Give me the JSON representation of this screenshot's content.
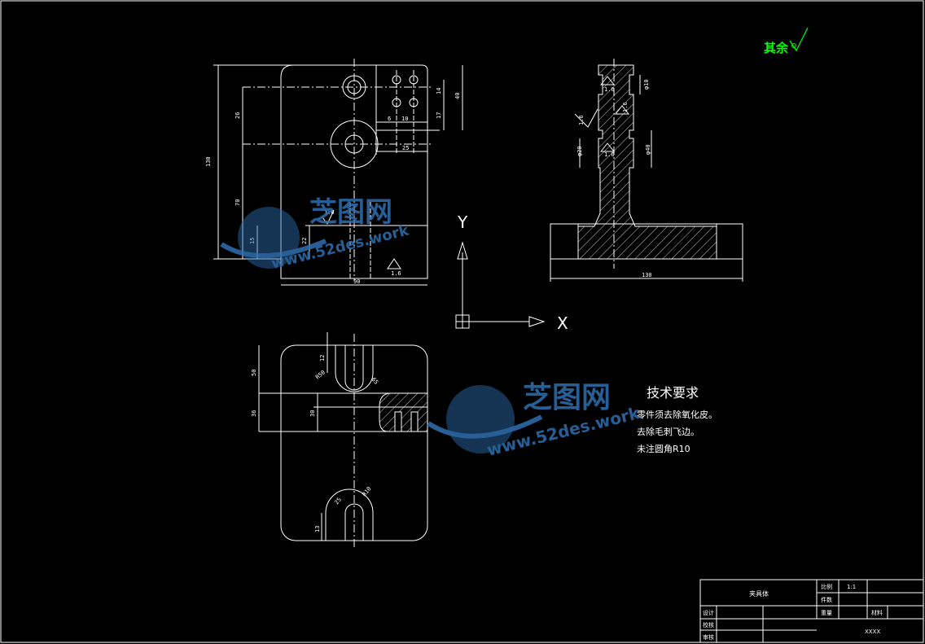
{
  "surface_finish_note": "其余",
  "technical_requirements": {
    "title": "技术要求",
    "items": [
      "零件须去除氧化皮。",
      "去除毛刺飞边。",
      "未注圆角R10"
    ]
  },
  "front_view_dims": {
    "width": "90",
    "height": "130",
    "d26": "26",
    "d70": "70",
    "d25": "25",
    "d14": "14",
    "d17": "17",
    "d40": "40",
    "d10": "10",
    "d6": "6",
    "d22": "22",
    "d15": "15",
    "roughness1": "1.6",
    "roughness2": "1.6"
  },
  "side_view_dims": {
    "width": "130",
    "phi10": "φ10",
    "phi20": "φ20",
    "phi40": "φ40",
    "r16a": "1.6",
    "r16b": "1.6",
    "r16c": "1.6",
    "r16d": "1.6"
  },
  "top_view_dims": {
    "d50": "50",
    "d36": "36",
    "d30": "30",
    "d12": "12",
    "d13": "13",
    "r50": "R50",
    "r65": "65",
    "d25": "25",
    "r10": "R10"
  },
  "axes": {
    "y_label": "Y",
    "x_label": "X"
  },
  "watermark": {
    "brand": "芝图网",
    "url": "www.52des.work"
  },
  "title_block": {
    "part_name": "夹具体",
    "scale_label": "比例",
    "scale_value": "1:1",
    "count_label": "件数",
    "weight_label": "重量",
    "material_label": "材料",
    "designer_label": "设计",
    "checker_label": "校核",
    "reviewer_label": "审核",
    "code": "XXXX"
  },
  "colors": {
    "background": "#000000",
    "lines": "#ffffff",
    "accent": "#00ff00",
    "watermark": "#2d6fb0"
  }
}
